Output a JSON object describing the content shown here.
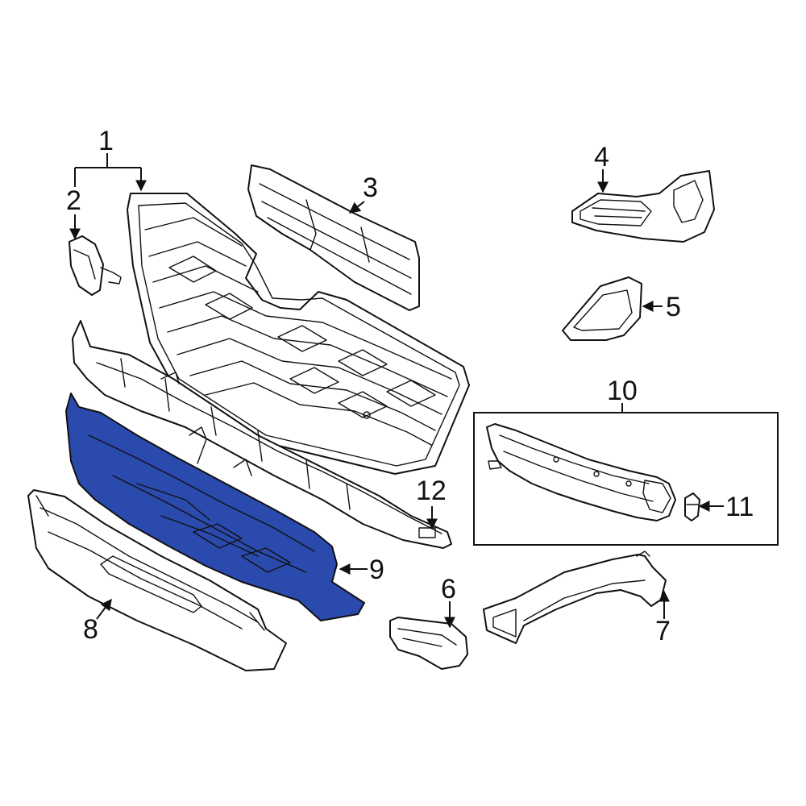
{
  "diagram": {
    "highlight_color": "#2a4aae",
    "highlighted_part": "9",
    "callouts": {
      "c1": "1",
      "c2": "2",
      "c3": "3",
      "c4": "4",
      "c5": "5",
      "c6": "6",
      "c7": "7",
      "c8": "8",
      "c9": "9",
      "c10": "10",
      "c11": "11",
      "c12": "12"
    }
  }
}
